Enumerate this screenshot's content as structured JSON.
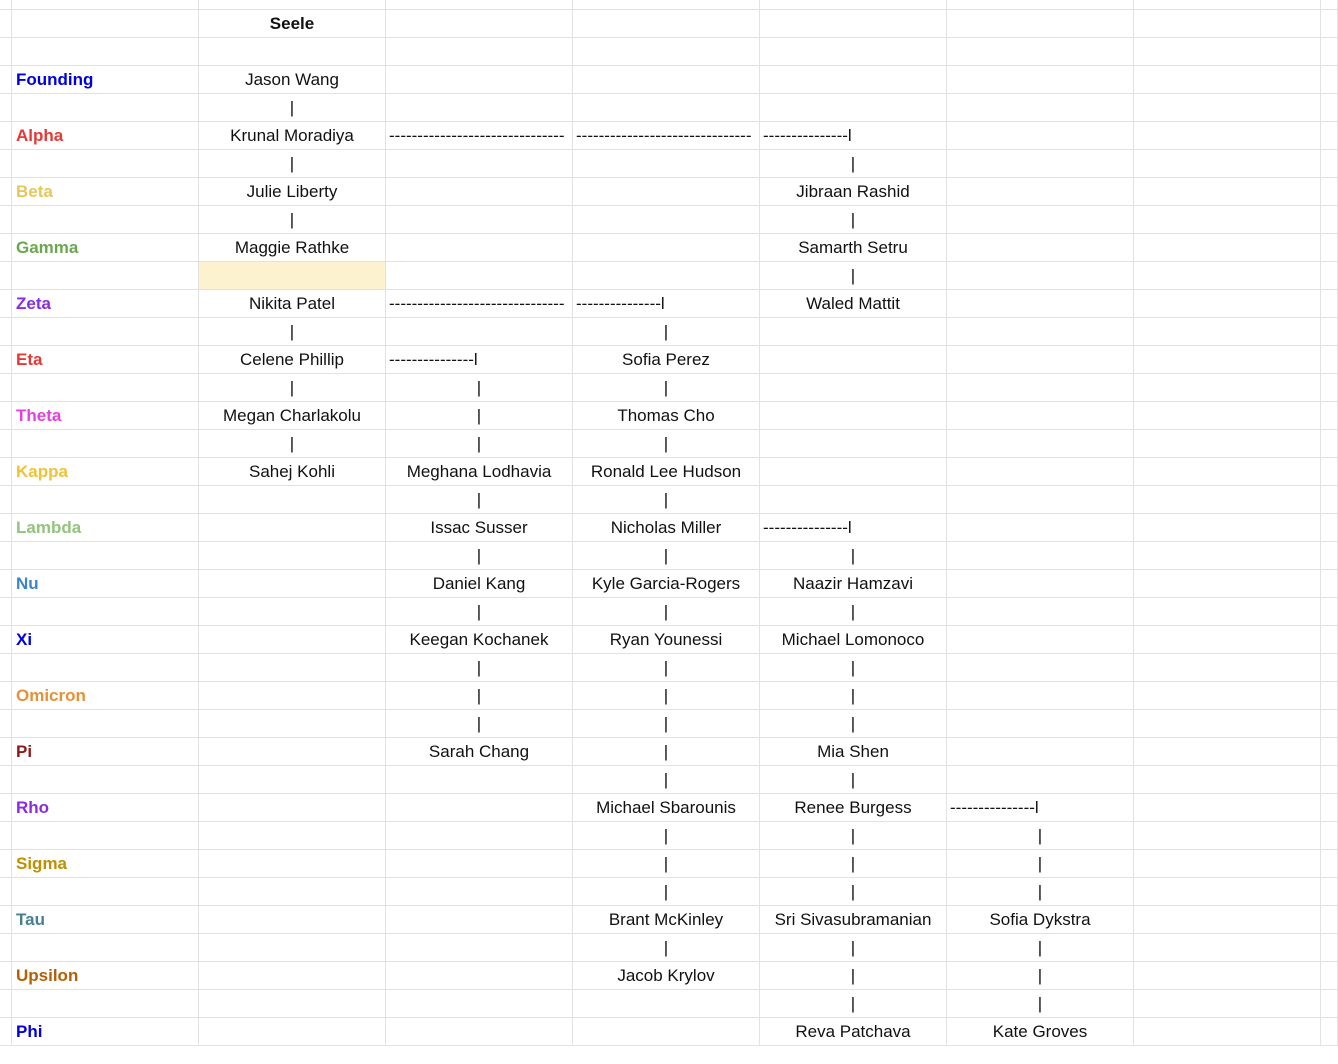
{
  "sheet": {
    "header": "Seele",
    "highlight_fill": "#fdf2d0",
    "colors": {
      "Founding": "#0000e0",
      "Alpha": "#e53935",
      "Beta": "#e6c75a",
      "Gamma": "#6aa84f",
      "Zeta": "#8a2be2",
      "Eta": "#e53935",
      "Theta": "#e541e0",
      "Kappa": "#f1c232",
      "Lambda": "#93c47d",
      "Nu": "#3d85c6",
      "Xi": "#0000e0",
      "Omicron": "#e69138",
      "Pi": "#8b1a1a",
      "Rho": "#8a2be2",
      "Sigma": "#bf9000",
      "Tau": "#45818e",
      "Upsilon": "#b45f06",
      "Phi": "#0000e0"
    },
    "rows": [
      [
        "",
        "Seele",
        "",
        "",
        "",
        "",
        ""
      ],
      [
        "",
        "",
        "",
        "",
        "",
        "",
        ""
      ],
      [
        "Founding",
        "Jason Wang",
        "",
        "",
        "",
        "",
        ""
      ],
      [
        "",
        "|",
        "",
        "",
        "",
        "",
        ""
      ],
      [
        "Alpha",
        "Krunal Moradiya",
        "-------------------------------",
        "-------------------------------",
        "---------------l",
        "",
        ""
      ],
      [
        "",
        "|",
        "",
        "",
        "|",
        "",
        ""
      ],
      [
        "Beta",
        "Julie Liberty",
        "",
        "",
        "Jibraan Rashid",
        "",
        ""
      ],
      [
        "",
        "|",
        "",
        "",
        "|",
        "",
        ""
      ],
      [
        "Gamma",
        "Maggie Rathke",
        "",
        "",
        "Samarth Setru",
        "",
        ""
      ],
      [
        "",
        "",
        "",
        "",
        "|",
        "",
        ""
      ],
      [
        "Zeta",
        "Nikita Patel",
        "-------------------------------",
        "---------------l",
        "Waled Mattit",
        "",
        ""
      ],
      [
        "",
        "|",
        "",
        "|",
        "",
        "",
        ""
      ],
      [
        "Eta",
        "Celene Phillip",
        "---------------l",
        "Sofia Perez",
        "",
        "",
        ""
      ],
      [
        "",
        "|",
        "|",
        "|",
        "",
        "",
        ""
      ],
      [
        "Theta",
        "Megan Charlakolu",
        "|",
        "Thomas Cho",
        "",
        "",
        ""
      ],
      [
        "",
        "|",
        "|",
        "|",
        "",
        "",
        ""
      ],
      [
        "Kappa",
        "Sahej Kohli",
        "Meghana Lodhavia",
        "Ronald Lee Hudson",
        "",
        "",
        ""
      ],
      [
        "",
        "",
        "|",
        "|",
        "",
        "",
        ""
      ],
      [
        "Lambda",
        "",
        "Issac Susser",
        "Nicholas Miller",
        "---------------l",
        "",
        ""
      ],
      [
        "",
        "",
        "|",
        "|",
        "|",
        "",
        ""
      ],
      [
        "Nu",
        "",
        "Daniel Kang",
        "Kyle Garcia-Rogers",
        "Naazir Hamzavi",
        "",
        ""
      ],
      [
        "",
        "",
        "|",
        "|",
        "|",
        "",
        ""
      ],
      [
        "Xi",
        "",
        "Keegan Kochanek",
        "Ryan Younessi",
        "Michael Lomonoco",
        "",
        ""
      ],
      [
        "",
        "",
        "|",
        "|",
        "|",
        "",
        ""
      ],
      [
        "Omicron",
        "",
        "|",
        "|",
        "|",
        "",
        ""
      ],
      [
        "",
        "",
        "|",
        "|",
        "|",
        "",
        ""
      ],
      [
        "Pi",
        "",
        "Sarah Chang",
        "|",
        "Mia Shen",
        "",
        ""
      ],
      [
        "",
        "",
        "",
        "|",
        "|",
        "",
        ""
      ],
      [
        "Rho",
        "",
        "",
        "Michael Sbarounis",
        "Renee Burgess",
        "---------------l",
        ""
      ],
      [
        "",
        "",
        "",
        "|",
        "|",
        "|",
        ""
      ],
      [
        "Sigma",
        "",
        "",
        "|",
        "|",
        "|",
        ""
      ],
      [
        "",
        "",
        "",
        "|",
        "|",
        "|",
        ""
      ],
      [
        "Tau",
        "",
        "",
        "Brant McKinley",
        "Sri Sivasubramanian",
        "Sofia Dykstra",
        ""
      ],
      [
        "",
        "",
        "",
        "|",
        "|",
        "|",
        ""
      ],
      [
        "Upsilon",
        "",
        "",
        "Jacob Krylov",
        "|",
        "|",
        ""
      ],
      [
        "",
        "",
        "",
        "",
        "|",
        "|",
        ""
      ],
      [
        "Phi",
        "",
        "",
        "",
        "Reva Patchava",
        "Kate Groves",
        ""
      ]
    ]
  }
}
